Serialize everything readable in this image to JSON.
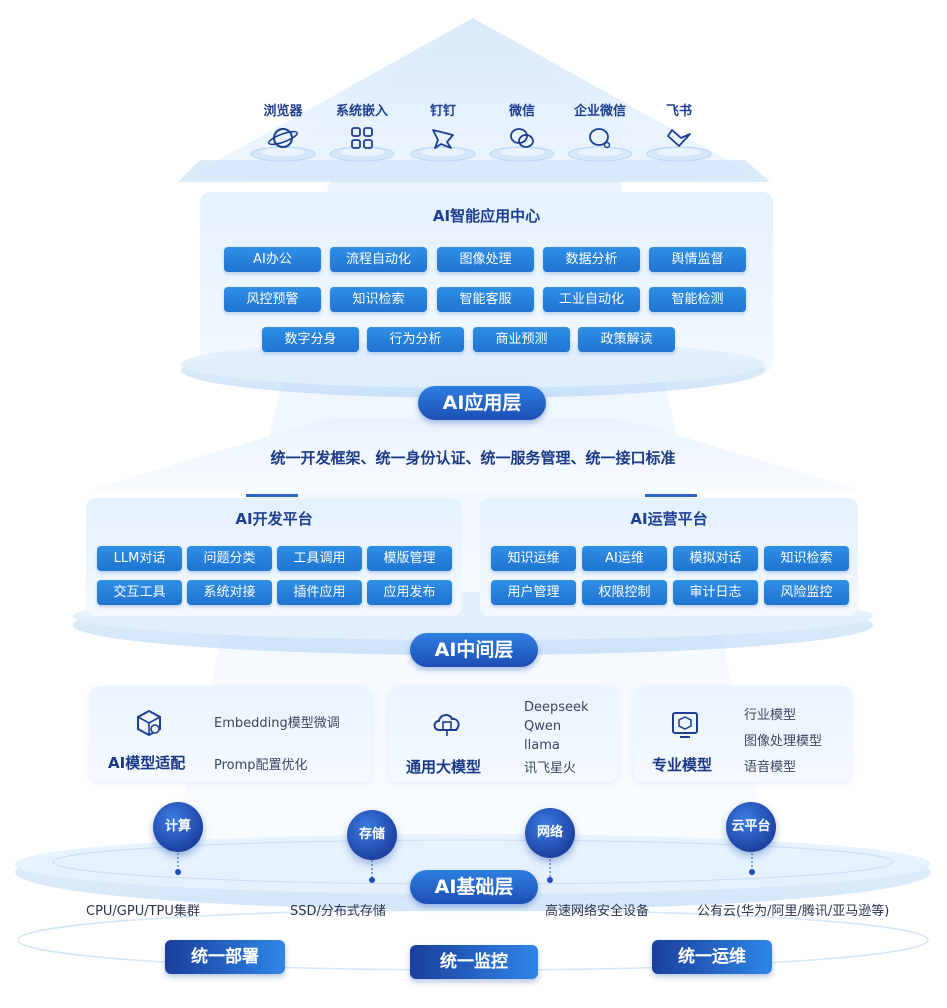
{
  "channels": [
    {
      "label": "浏览器",
      "icon": "browser-icon"
    },
    {
      "label": "系统嵌入",
      "icon": "grid-icon"
    },
    {
      "label": "钉钉",
      "icon": "dingtalk-icon"
    },
    {
      "label": "微信",
      "icon": "wechat-icon"
    },
    {
      "label": "企业微信",
      "icon": "work-wechat-icon"
    },
    {
      "label": "飞书",
      "icon": "feishu-icon"
    }
  ],
  "app_center": {
    "title": "AI智能应用中心",
    "items": [
      "AI办公",
      "流程自动化",
      "图像处理",
      "数据分析",
      "舆情监督",
      "风控预警",
      "知识检索",
      "智能客服",
      "工业自动化",
      "智能检测",
      "数字分身",
      "行为分析",
      "商业预测",
      "政策解读"
    ]
  },
  "layers": {
    "app": "AI应用层",
    "middle": "AI中间层",
    "base": "AI基础层"
  },
  "unified_statement": "统一开发框架、统一身份认证、统一服务管理、统一接口标准",
  "dev_platform": {
    "title": "AI开发平台",
    "items": [
      "LLM对话",
      "问题分类",
      "工具调用",
      "模版管理",
      "交互工具",
      "系统对接",
      "插件应用",
      "应用发布"
    ]
  },
  "ops_platform": {
    "title": "AI运营平台",
    "items": [
      "知识运维",
      "AI运维",
      "模拟对话",
      "知识检索",
      "用户管理",
      "权限控制",
      "审计日志",
      "风险监控"
    ]
  },
  "model_cards": [
    {
      "title": "AI模型适配",
      "icon": "model-adapt-icon",
      "items": [
        "Embedding模型微调",
        "Promp配置优化"
      ]
    },
    {
      "title": "通用大模型",
      "icon": "cloud-chip-icon",
      "items": [
        "Deepseek",
        "Qwen",
        "llama",
        "讯飞星火"
      ]
    },
    {
      "title": "专业模型",
      "icon": "cube-monitor-icon",
      "items": [
        "行业模型",
        "图像处理模型",
        "语音模型"
      ]
    }
  ],
  "infra": [
    {
      "label": "计算",
      "desc": "CPU/GPU/TPU集群"
    },
    {
      "label": "存储",
      "desc": "SSD/分布式存储"
    },
    {
      "label": "网络",
      "desc": "高速网络安全设备"
    },
    {
      "label": "云平台",
      "desc": "公有云(华为/阿里/腾讯/亚马逊等)"
    }
  ],
  "bottom": [
    "统一部署",
    "统一监控",
    "统一运维"
  ],
  "colors": {
    "primary": "#1f74d2",
    "dark": "#1c3f9e",
    "light": "#eaf4ff"
  }
}
